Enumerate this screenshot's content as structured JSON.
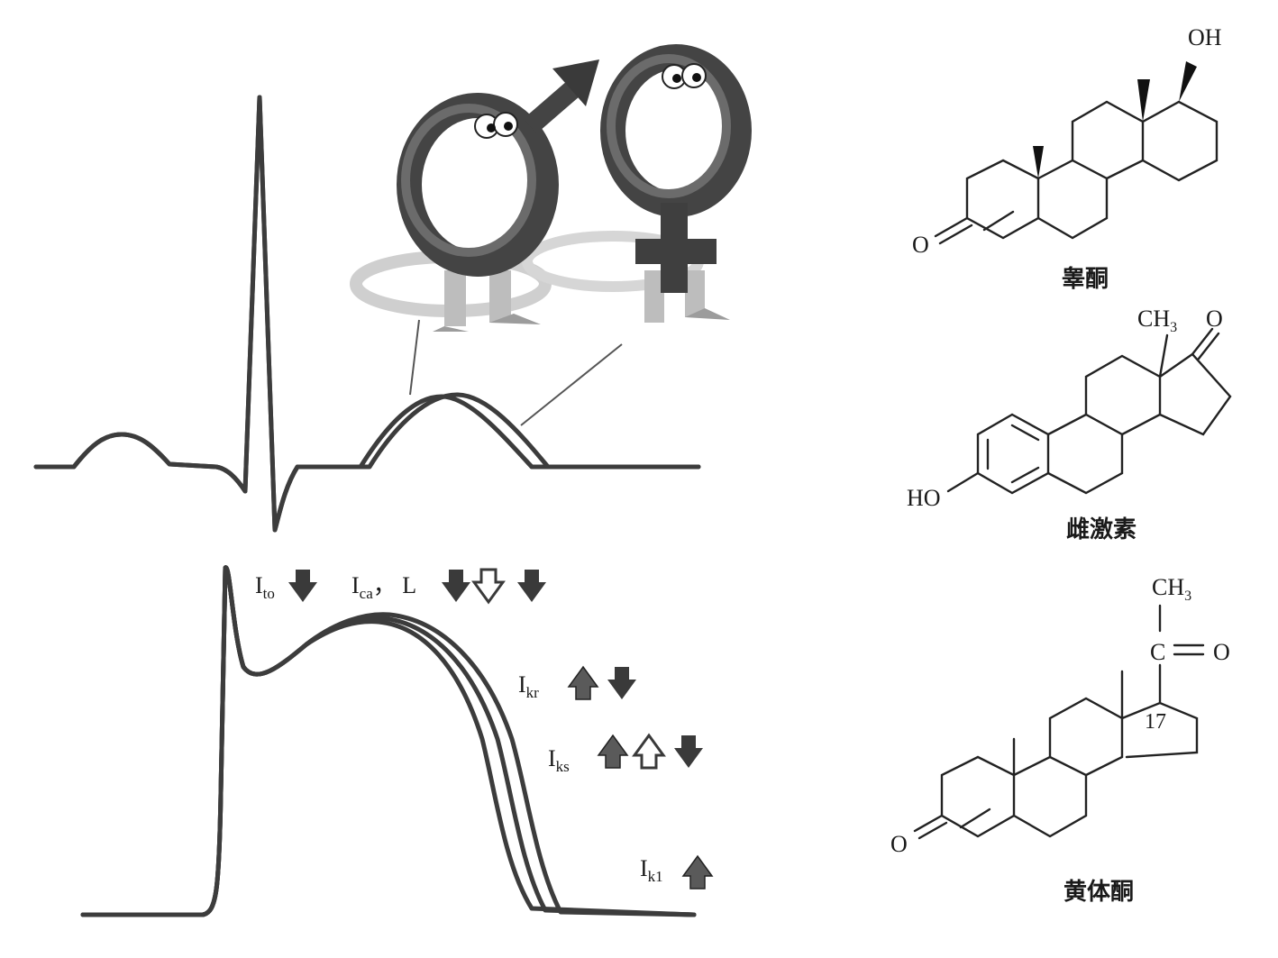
{
  "figure": {
    "currents": [
      {
        "name": "I",
        "sub": "to",
        "arrows": [
          "down"
        ]
      },
      {
        "name": "I",
        "sub": "ca",
        "suffix": "，  L",
        "arrows": [
          "down",
          "down-open",
          "down"
        ]
      },
      {
        "name": "I",
        "sub": "kr",
        "arrows": [
          "up",
          "down"
        ]
      },
      {
        "name": "I",
        "sub": "ks",
        "arrows": [
          "up",
          "up-open",
          "down"
        ]
      },
      {
        "name": "I",
        "sub": "k1",
        "arrows": [
          "up"
        ]
      }
    ],
    "molecules": [
      {
        "name": "睾酮",
        "labels": {
          "oh": "OH",
          "o": "O"
        }
      },
      {
        "name": "雌激素",
        "labels": {
          "ch3": "CH",
          "ch3_sub": "3",
          "o": "O",
          "ho": "HO"
        }
      },
      {
        "name": "黄体酮",
        "labels": {
          "ch3": "CH",
          "ch3_sub": "3",
          "c": "C",
          "o_carbonyl": "O",
          "position": "17",
          "o": "O"
        }
      }
    ],
    "icons": [
      "male-symbol-icon",
      "female-symbol-icon"
    ],
    "colors": {
      "trace": "#3c3c3c",
      "arrow_fill": "#3a3a3a",
      "symbol": "#444444"
    }
  }
}
